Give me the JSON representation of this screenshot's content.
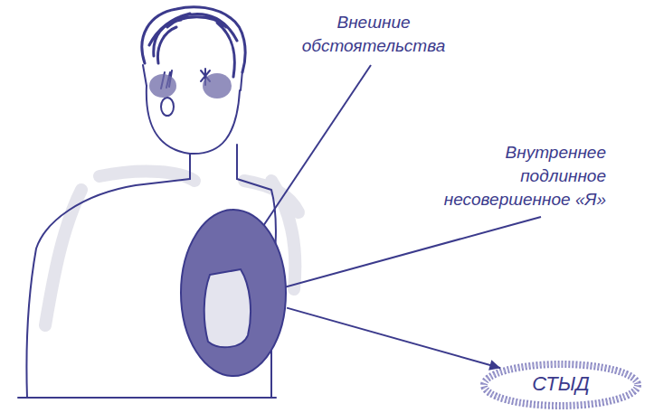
{
  "diagram": {
    "nodes": [
      {
        "text": [
          "Внешние обстоятельства"
        ]
      },
      {
        "text": [
          "Внутреннее подлинное несовершенное «Я»"
        ],
        "in": 0
      },
      {
        "text": [
          "СТЫД"
        ]
      }
    ],
    "edges": [
      {
        "from": 0,
        "to": 2,
        "arrow": "to"
      }
    ]
  }
}
